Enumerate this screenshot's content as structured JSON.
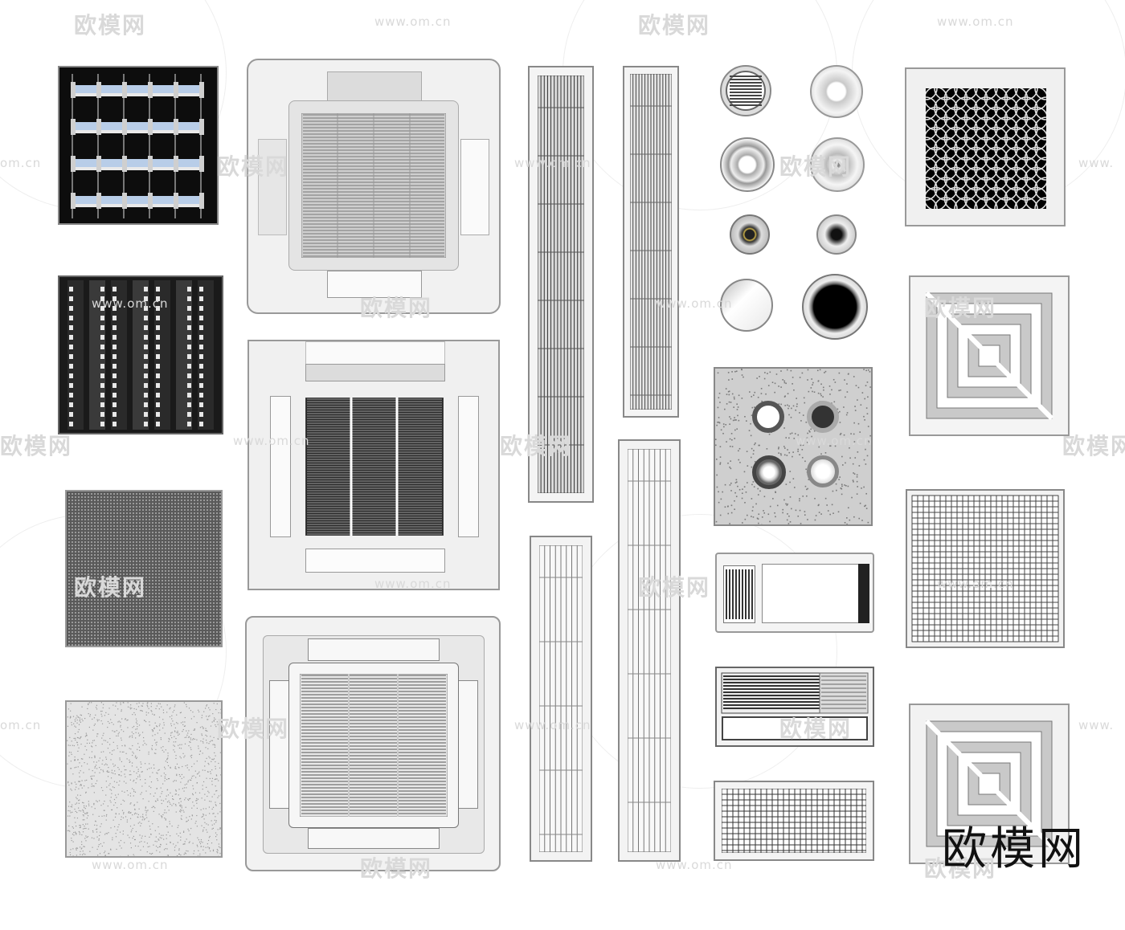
{
  "watermark": {
    "logo_text": "欧模网",
    "url_text": "www.om.cn",
    "url_short": "om.cn",
    "url_partial": "www."
  },
  "brand_mark": "欧模网",
  "colors": {
    "background": "#ffffff",
    "watermark": "#d9d9d9",
    "panel_dark": "#111111",
    "panel_light": "#efefef",
    "accent_blue": "#b8cde8"
  },
  "items": [
    {
      "name": "louvre-grille-dark"
    },
    {
      "name": "cassette-ac-unit-1"
    },
    {
      "name": "linear-slot-diffuser-1"
    },
    {
      "name": "linear-slot-diffuser-2"
    },
    {
      "name": "round-vent-set"
    },
    {
      "name": "decorative-pattern-grille"
    },
    {
      "name": "blade-grille-dark"
    },
    {
      "name": "cassette-ac-unit-2"
    },
    {
      "name": "square-plaque-diffuser-1"
    },
    {
      "name": "ceiling-tile-with-vents"
    },
    {
      "name": "perforated-panel"
    },
    {
      "name": "bathroom-heater-panel"
    },
    {
      "name": "egg-crate-grille"
    },
    {
      "name": "linear-grille-3"
    },
    {
      "name": "linear-grille-4"
    },
    {
      "name": "cassette-ac-unit-3"
    },
    {
      "name": "acoustic-ceiling-tile"
    },
    {
      "name": "return-air-grille"
    },
    {
      "name": "mesh-grille"
    },
    {
      "name": "square-plaque-diffuser-2"
    }
  ]
}
